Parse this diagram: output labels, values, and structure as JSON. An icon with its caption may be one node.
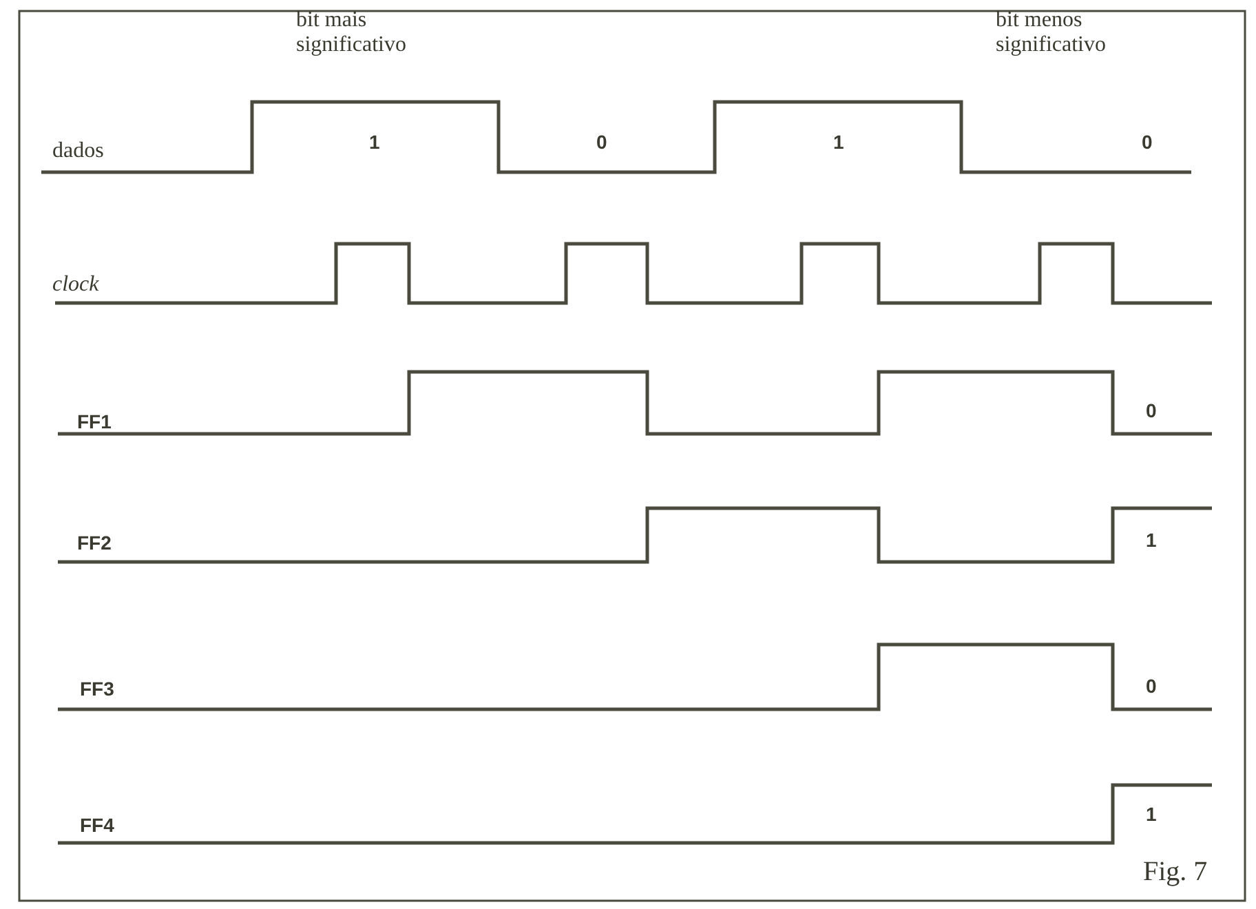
{
  "diagram": {
    "caption": "Fig. 7",
    "labels": [
      "bit mais significativo",
      "bit menos significativo",
      "dados",
      "1",
      "0",
      "1",
      "0",
      "clock",
      "FF1",
      "0",
      "FF2",
      "1",
      "FF3",
      "0",
      "FF4",
      "1"
    ]
  }
}
